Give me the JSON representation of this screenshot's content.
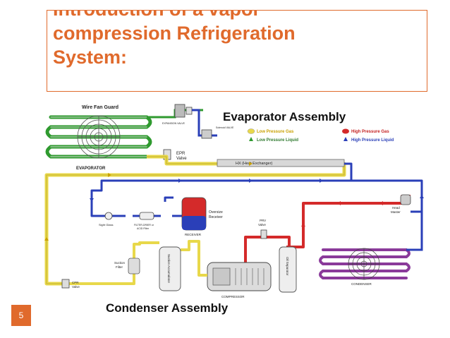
{
  "slide": {
    "title_cut": "Introduction of a vapor",
    "title_line1": "compression Refrigeration",
    "title_line2": "System:",
    "number": "5"
  },
  "diagram": {
    "evaporator_heading": "Evaporator Assembly",
    "condenser_heading": "Condenser Assembly",
    "legend": {
      "low_gas": "Low Pressure Gas",
      "low_liquid": "Low Pressure Liquid",
      "high_gas": "High Pressure Gas",
      "high_liquid": "High Pressure Liquid"
    },
    "labels": {
      "wire_fan_guard": "Wire Fan Guard",
      "evaporator": "EVAPORATOR",
      "expansion_valve": "EXPANSION VALVE",
      "solenoid_valve": "Solenoid VALVE",
      "epr_valve_1": "EPR",
      "epr_valve_2": "Valve",
      "hx": "HX (Heat Exchanger)",
      "sight_glass": "Sight Glass",
      "filter_drier_1": "FILTER-DRIER or",
      "filter_drier_2": "ACID Filter",
      "receiver": "RECEIVER",
      "oversize_receiver_1": "Oversize",
      "oversize_receiver_2": "Receiver",
      "head_master_1": "Head",
      "head_master_2": "Master",
      "prv_valve_1": "PRV",
      "prv_valve_2": "Valve",
      "suction_filter_1": "Suction",
      "suction_filter_2": "Filter",
      "suction_accumulator": "Suction Accumulator",
      "oil_separator": "Oil Separator",
      "cpr_valve_1": "CPR",
      "cpr_valve_2": "Valve",
      "compressor": "COMPRESSOR",
      "condenser": "CONDENSER"
    },
    "colors": {
      "low_gas": "#e8d84a",
      "low_liquid": "#2f9a2f",
      "high_gas": "#d42a2a",
      "high_liquid": "#2a3fb8"
    }
  }
}
